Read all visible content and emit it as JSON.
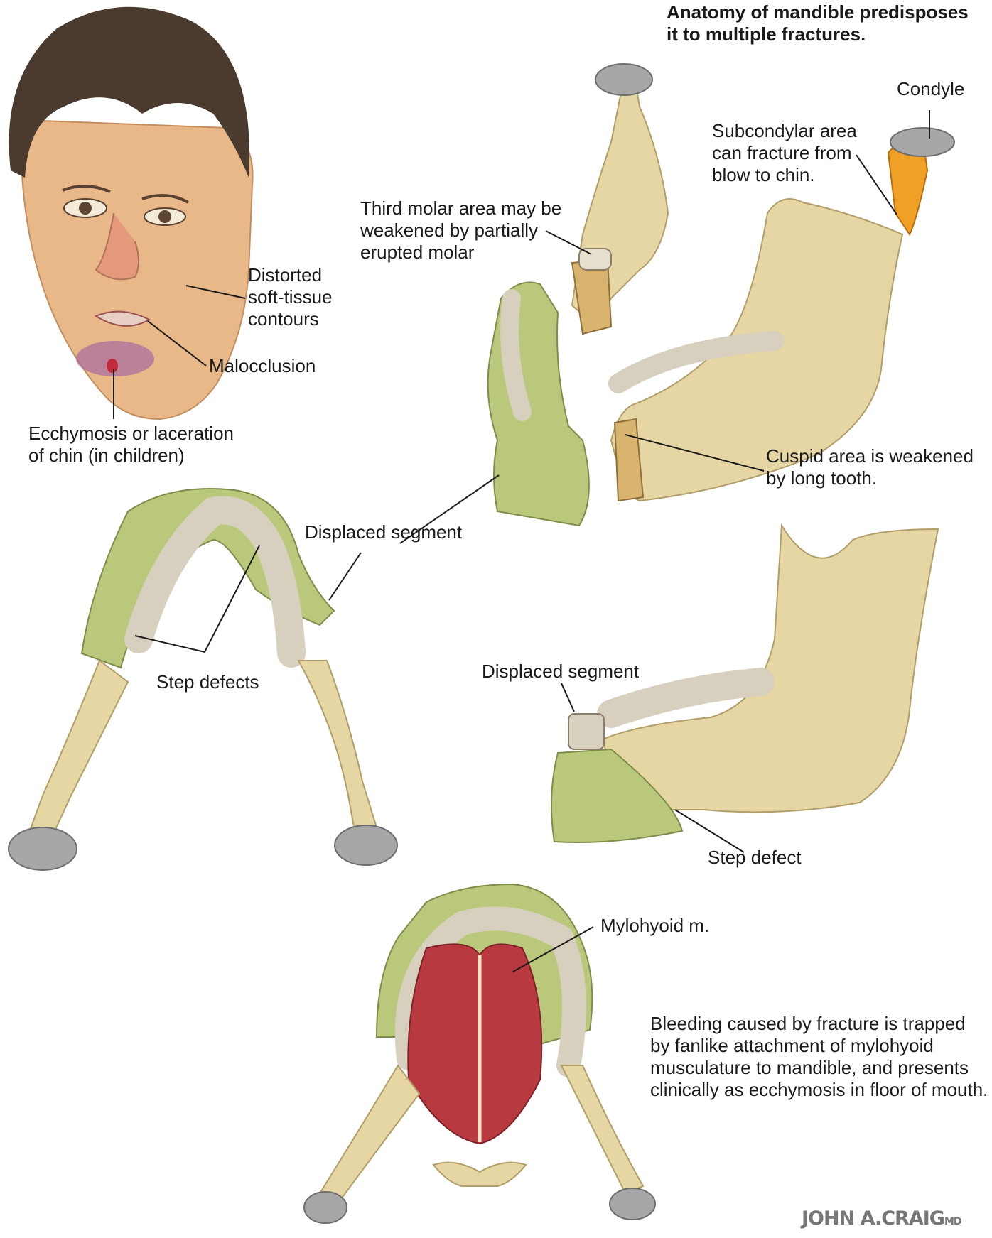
{
  "title": [
    "Anatomy of mandible predisposes",
    "it to multiple fractures."
  ],
  "labels": {
    "condyle": "Condyle",
    "subcondylar": [
      "Subcondylar area",
      "can fracture from",
      "blow to chin."
    ],
    "third_molar": [
      "Third molar area may be",
      "weakened by partially",
      "erupted molar"
    ],
    "distorted": [
      "Distorted",
      "soft-tissue",
      "contours"
    ],
    "malocclusion": "Malocclusion",
    "ecchymosis": [
      "Ecchymosis or laceration",
      "of chin (in children)"
    ],
    "cuspid": [
      "Cuspid area is weakened",
      "by long tooth."
    ],
    "displaced_segment_top": "Displaced segment",
    "step_defects": "Step defects",
    "displaced_segment_lateral": "Displaced segment",
    "step_defect": "Step defect",
    "mylohyoid": "Mylohyoid m.",
    "bleeding": [
      "Bleeding caused by fracture is trapped",
      "by fanlike attachment of mylohyoid",
      "musculature to mandible, and presents",
      "clinically as ecchymosis in floor of mouth."
    ]
  },
  "signature": {
    "name": "JOHN A.CRAIG",
    "suffix": "MD"
  },
  "colors": {
    "bone": "#e6d6a4",
    "bone_shade": "#c9b57c",
    "fragment": "#b9c87a",
    "muscle": "#b83a40",
    "cartilage": "#9a9a9a",
    "skin": "#e8b889",
    "hair": "#4a3b2e",
    "condyle_fracture": "#f0a025"
  }
}
